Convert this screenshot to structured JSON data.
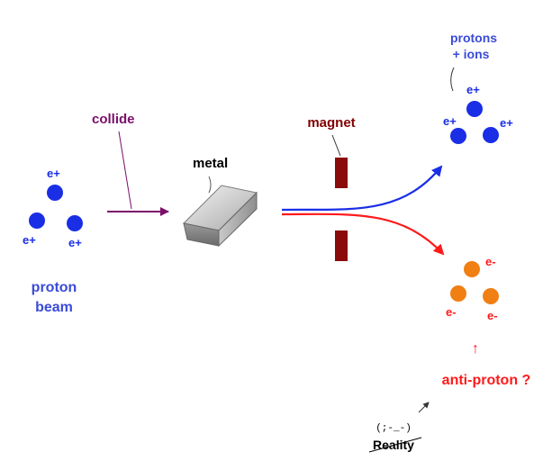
{
  "colors": {
    "proton": "#1a2ee6",
    "proton_label": "#3a4bd8",
    "antiproton": "#f07f14",
    "red": "#ff1a1a",
    "purple": "#7b0f6a",
    "magnet": "#8b0a0a",
    "magnet_label": "#800000",
    "metal": "#b9b9b9",
    "black": "#000000"
  },
  "left_group": {
    "charges": [
      "e+",
      "e+",
      "e+"
    ],
    "label_line1": "proton",
    "label_line2": "beam"
  },
  "collide_label": "collide",
  "metal_label": "metal",
  "magnet_label": "magnet",
  "top_right": {
    "label_line1": "protons",
    "label_line2": "+ ions",
    "charges": [
      "e+",
      "e+",
      "e+"
    ]
  },
  "bottom_right": {
    "charges": [
      "e-",
      "e-",
      "e-"
    ],
    "arrow_glyph": "↑",
    "label": "anti-proton ?"
  },
  "reality": {
    "face": "(;-_-)",
    "label": "Reality"
  },
  "icons": {
    "collide_arrow": "arrow-right-icon",
    "beam_arrows": "curved-arrow-icon",
    "metal_block": "metal-ingot-icon"
  }
}
